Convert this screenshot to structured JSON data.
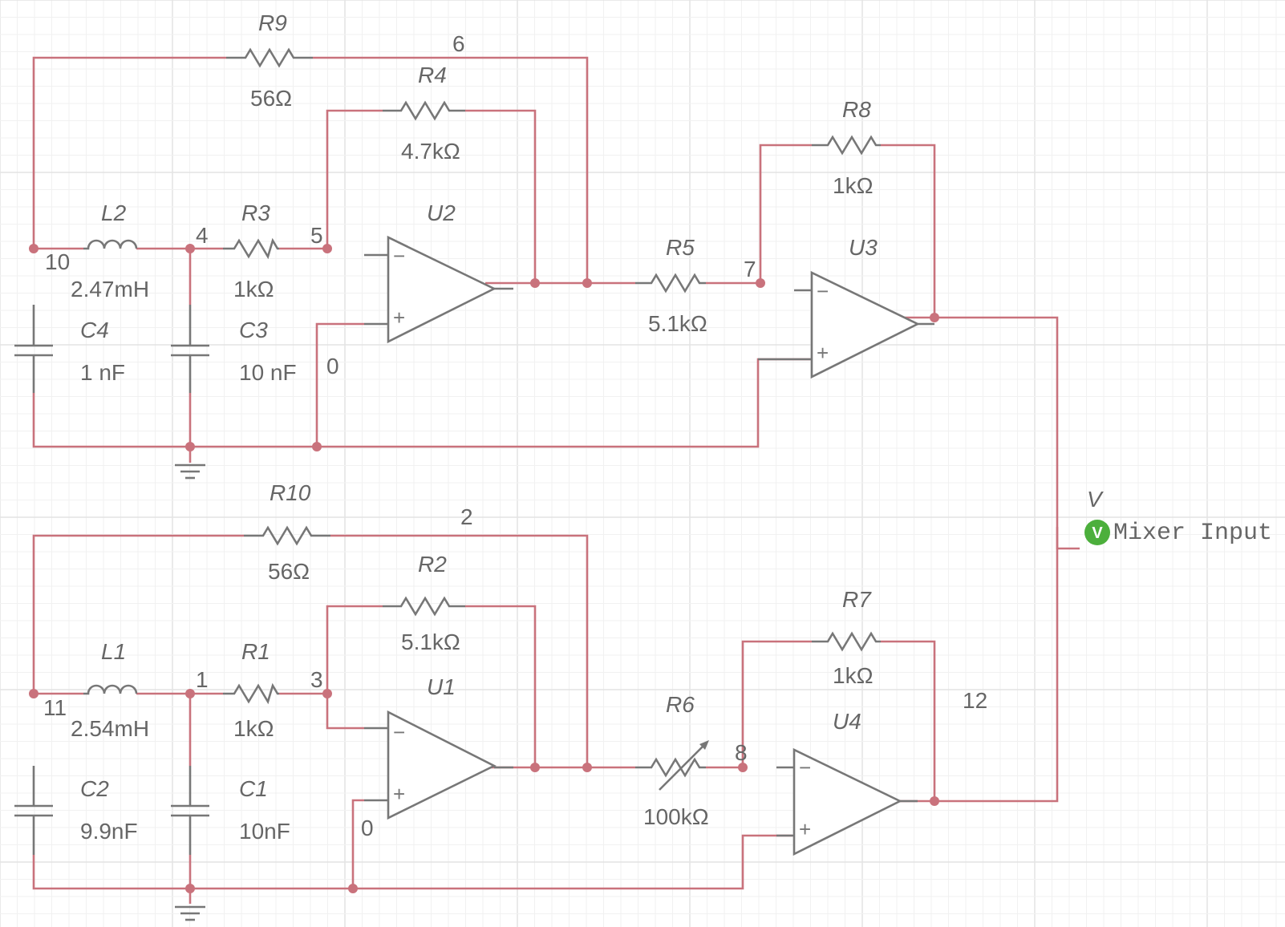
{
  "components": {
    "R9": {
      "ref": "R9",
      "value": "56Ω"
    },
    "R4": {
      "ref": "R4",
      "value": "4.7kΩ"
    },
    "R8": {
      "ref": "R8",
      "value": "1kΩ"
    },
    "L2": {
      "ref": "L2",
      "value": "2.47mH"
    },
    "R3": {
      "ref": "R3",
      "value": "1kΩ"
    },
    "U2": {
      "ref": "U2"
    },
    "R5": {
      "ref": "R5",
      "value": "5.1kΩ"
    },
    "U3": {
      "ref": "U3"
    },
    "C4": {
      "ref": "C4",
      "value": "1 nF"
    },
    "C3": {
      "ref": "C3",
      "value": "10 nF"
    },
    "R10": {
      "ref": "R10",
      "value": "56Ω"
    },
    "R2": {
      "ref": "R2",
      "value": "5.1kΩ"
    },
    "R7": {
      "ref": "R7",
      "value": "1kΩ"
    },
    "L1": {
      "ref": "L1",
      "value": "2.54mH"
    },
    "R1": {
      "ref": "R1",
      "value": "1kΩ"
    },
    "U1": {
      "ref": "U1"
    },
    "R6": {
      "ref": "R6",
      "value": "100kΩ"
    },
    "U4": {
      "ref": "U4"
    },
    "C2": {
      "ref": "C2",
      "value": "9.9nF"
    },
    "C1": {
      "ref": "C1",
      "value": "10nF"
    }
  },
  "nets": {
    "n6": "6",
    "n10": "10",
    "n4": "4",
    "n5": "5",
    "n7": "7",
    "n0a": "0",
    "n2": "2",
    "n11": "11",
    "n1": "1",
    "n3": "3",
    "n8": "8",
    "n12": "12",
    "n0b": "0"
  },
  "opamp": {
    "minus": "−",
    "plus": "+"
  },
  "probe": {
    "ref": "V",
    "icon_letter": "V",
    "label": "Mixer Input",
    "color": "#4caf3c"
  }
}
